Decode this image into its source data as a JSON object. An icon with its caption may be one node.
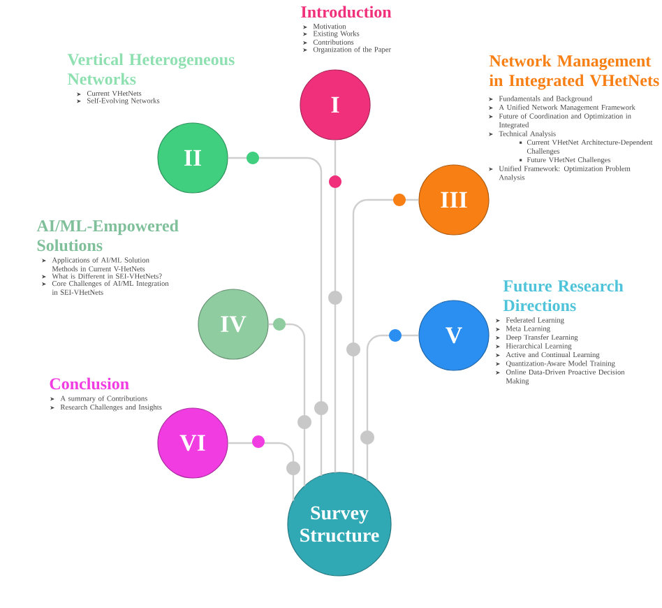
{
  "diagram": {
    "nodes": [
      {
        "text": [
          "I"
        ],
        "beside": [
          "Introduction",
          "Motivation",
          "Existing Works",
          "Contributions",
          "Organization of the Paper"
        ]
      },
      {
        "text": [
          "II"
        ],
        "beside": [
          "Vertical Heterogeneous Networks",
          "Current VHetNets",
          "Self-Evolving Networks"
        ]
      },
      {
        "text": [
          "III"
        ],
        "beside": [
          "Network Management in Integrated VHetNets",
          "Fundamentals and Background",
          "A Unified Network Management Framework",
          "Future of Coordination and Optimization in Integrated",
          "Technical Analysis",
          "Current VHetNet Architecture-Dependent Challenges",
          "Future VHetNet Challenges",
          "Unified Framework: Optimization Problem Analysis"
        ]
      },
      {
        "text": [
          "IV"
        ],
        "beside": [
          "AI/ML-Empowered Solutions",
          "Applications of AI/ML Solution Methods in Current V-HetNets",
          "What is Different in SEI-VHetNets?",
          "Core Challenges of AI/ML Integration in SEI-VHetNets"
        ]
      },
      {
        "text": [
          "V"
        ],
        "beside": [
          "Future Research Directions",
          "Federated Learning",
          "Meta Learning",
          "Deep Transfer Learning",
          "Hierarchical Learning",
          "Active and Continual Learning",
          "Quantization-Aware Model Training",
          "Online Data-Driven Proactive Decision Making"
        ]
      },
      {
        "text": [
          "VI"
        ],
        "beside": [
          "Conclusion",
          "A summary of Contributions",
          "Research Challenges and Insights"
        ]
      },
      {
        "text": [
          "Survey Structure"
        ]
      }
    ],
    "edges": [
      {
        "from": 0,
        "to": 6,
        "arrow": "none"
      },
      {
        "from": 1,
        "to": 6,
        "arrow": "none"
      },
      {
        "from": 2,
        "to": 6,
        "arrow": "none"
      },
      {
        "from": 3,
        "to": 6,
        "arrow": "none"
      },
      {
        "from": 4,
        "to": 6,
        "arrow": "none"
      },
      {
        "from": 5,
        "to": 6,
        "arrow": "none"
      }
    ]
  }
}
